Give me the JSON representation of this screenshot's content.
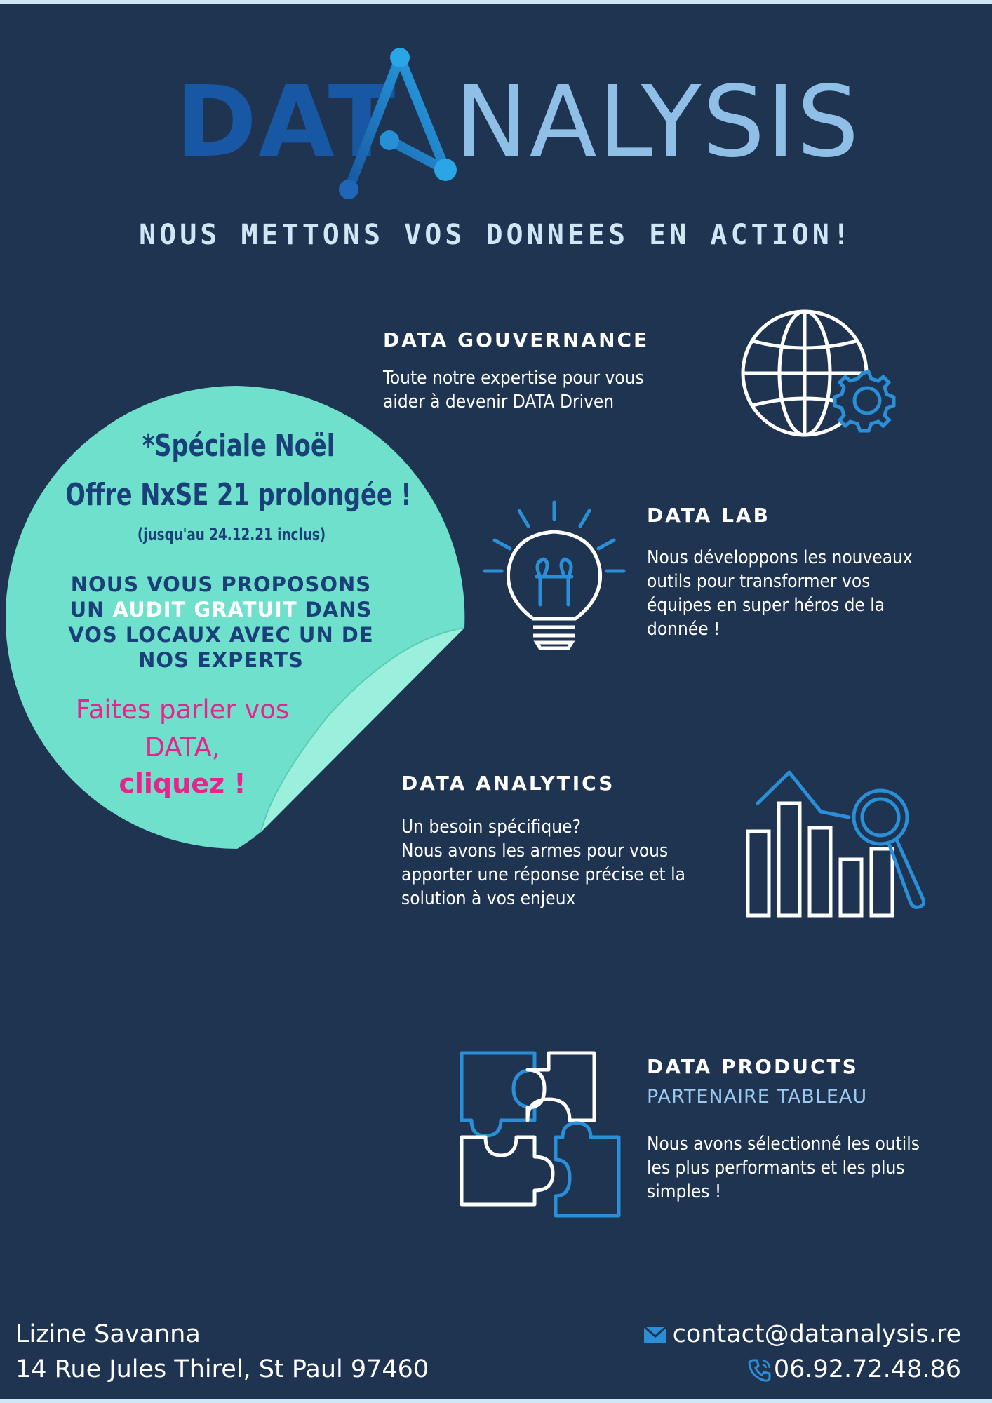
{
  "logo": {
    "part1": "DAT",
    "part2": "NALYSIS"
  },
  "tagline": "NOUS METTONS VOS DONNEES EN ACTION!",
  "sections": {
    "gouvernance": {
      "title": "DATA GOUVERNANCE",
      "text": "Toute notre expertise pour vous\naider à devenir DATA Driven",
      "icon": "globe-gear-icon"
    },
    "lab": {
      "title": "DATA LAB",
      "text": "Nous développons les nouveaux\noutils pour transformer vos\néquipes en super héros de la\ndonnée !",
      "icon": "lightbulb-icon"
    },
    "analytics": {
      "title": "DATA ANALYTICS",
      "text": "Un besoin spécifique?\nNous avons les armes pour vous\napporter une réponse précise et la\nsolution à vos enjeux",
      "icon": "bar-chart-magnifier-icon"
    },
    "products": {
      "title": "DATA PRODUCTS",
      "subtitle": "PARTENAIRE TABLEAU",
      "text": "Nous avons sélectionné les outils\nles plus performants et les plus\nsimples !",
      "icon": "puzzle-icon"
    }
  },
  "sticker": {
    "promo_line1": "*Spéciale Noël",
    "promo_line2": "Offre NxSE 21 prolongée !",
    "promo_line3": "(jusqu'au 24.12.21 inclus)",
    "offer_before": "NOUS VOUS PROPOSONS UN ",
    "offer_highlight": "AUDIT GRATUIT",
    "offer_after": " DANS VOS LOCAUX AVEC UN DE NOS EXPERTS",
    "cta_line1": "Faites parler vos DATA,",
    "cta_line2": "cliquez !",
    "colors": {
      "sticker": "#6fe0cc",
      "fold": "#9af0dc",
      "text": "#1b3f78",
      "cta": "#e8248c"
    }
  },
  "footer": {
    "company": "Lizine Savanna",
    "address": "14 Rue Jules Thirel, St Paul 97460",
    "email": "contact@datanalysis.re",
    "phone": "06.92.72.48.86"
  },
  "colors": {
    "background": "#1f3451",
    "accent": "#2b8fd8",
    "logo_dark": "#1757a3",
    "logo_light": "#8fbfe6"
  }
}
